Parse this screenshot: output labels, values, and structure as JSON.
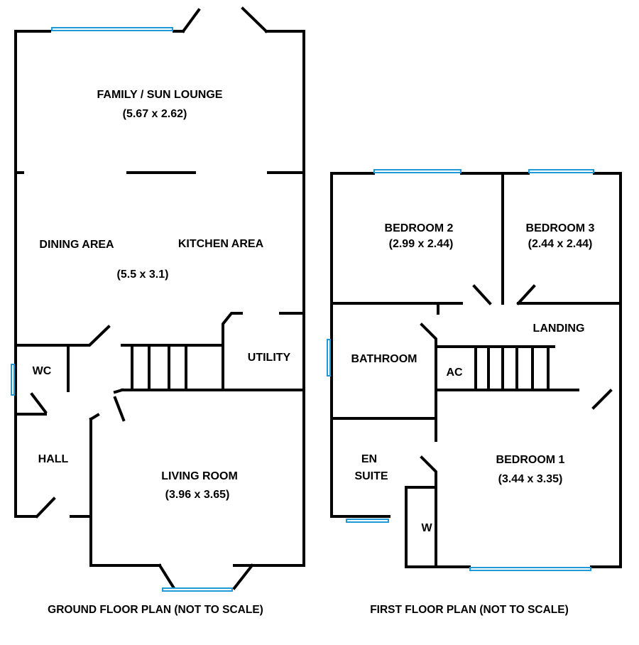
{
  "ground_floor": {
    "caption": "GROUND FLOOR PLAN (NOT TO SCALE)",
    "rooms": {
      "family_lounge": {
        "name": "FAMILY / SUN LOUNGE",
        "dims": "(5.67 x 2.62)"
      },
      "dining": {
        "name": "DINING AREA"
      },
      "kitchen": {
        "name": "KITCHEN AREA",
        "dims": "(5.5 x 3.1)"
      },
      "utility": {
        "name": "UTILITY"
      },
      "wc": {
        "name": "WC"
      },
      "hall": {
        "name": "HALL"
      },
      "living": {
        "name": "LIVING ROOM",
        "dims": "(3.96 x 3.65)"
      }
    }
  },
  "first_floor": {
    "caption": "FIRST FLOOR PLAN (NOT TO SCALE)",
    "rooms": {
      "bedroom2": {
        "name": "BEDROOM 2",
        "dims": "(2.99 x 2.44)"
      },
      "bedroom3": {
        "name": "BEDROOM 3",
        "dims": "(2.44 x 2.44)"
      },
      "landing": {
        "name": "LANDING"
      },
      "bathroom": {
        "name": "BATHROOM"
      },
      "ac": {
        "name": "AC"
      },
      "ensuite": {
        "name_line1": "EN",
        "name_line2": "SUITE"
      },
      "wardrobe": {
        "name": "W"
      },
      "bedroom1": {
        "name": "BEDROOM 1",
        "dims": "(3.44 x 3.35)"
      }
    }
  },
  "colors": {
    "wall": "#000000",
    "window": "#1e9ad6"
  }
}
